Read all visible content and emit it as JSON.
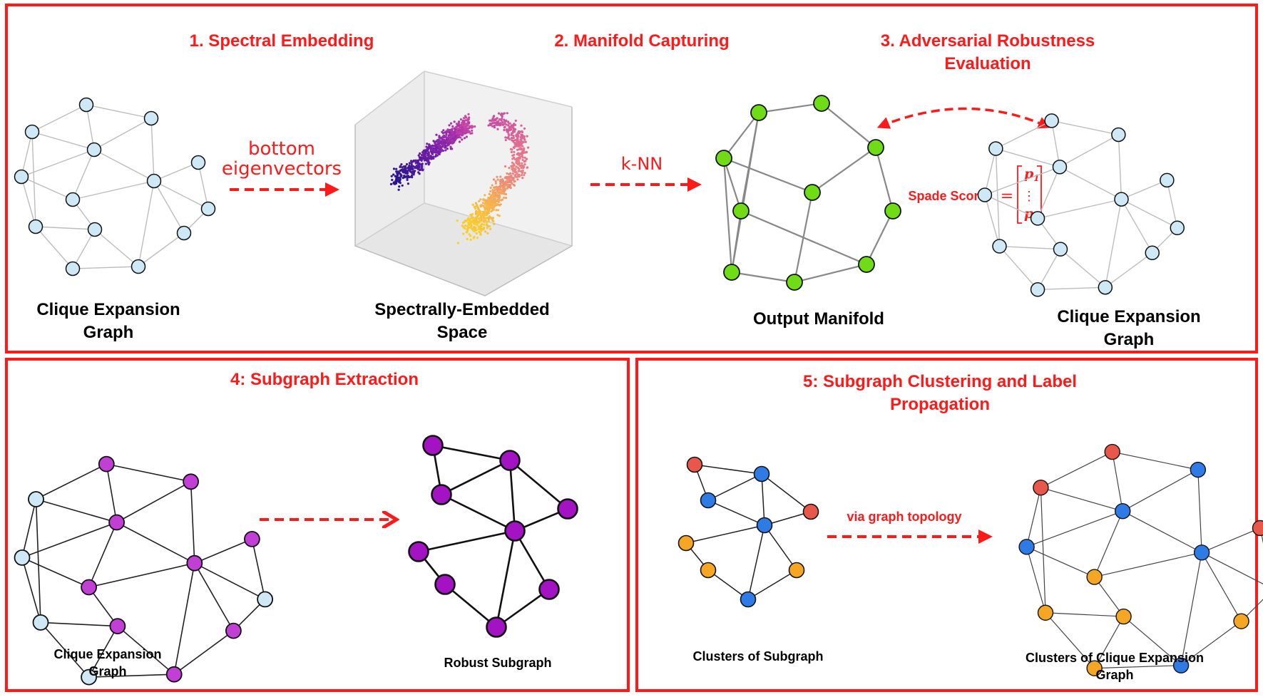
{
  "colors": {
    "accent_red": "#ff1a1a",
    "node_light_blue": "#cfe8f6",
    "node_green": "#6fdc16",
    "node_purple": "#c23fd6",
    "node_dark_purple": "#a313c4",
    "node_blue": "#2f7be6",
    "node_orange": "#f5a623",
    "node_red": "#e8584a"
  },
  "step1": {
    "title": "1. Spectral Embedding",
    "arrow_label_line1": "bottom",
    "arrow_label_line2": "eigenvectors",
    "graph_caption_line1": "Clique Expansion",
    "graph_caption_line2": "Graph",
    "space_caption_line1": "Spectrally-Embedded",
    "space_caption_line2": "Space"
  },
  "step2": {
    "title": "2. Manifold Capturing",
    "arrow_label": "k-NN",
    "caption": "Output Manifold"
  },
  "step3": {
    "title_line1": "3. Adversarial Robustness",
    "title_line2": "Evaluation",
    "score_label": "Spade Score",
    "equals": "=",
    "vector_top": "p",
    "vector_top_sub": "1",
    "vector_dots": "⋮",
    "vector_bottom": "p",
    "vector_bottom_sub": "n",
    "caption_line1": "Clique Expansion",
    "caption_line2": "Graph"
  },
  "step4": {
    "title": "4: Subgraph Extraction",
    "graph_caption_line1": "Clique Expansion",
    "graph_caption_line2": "Graph",
    "subgraph_caption": "Robust Subgraph"
  },
  "step5": {
    "title_line1": "5: Subgraph Clustering and Label",
    "title_line2": "Propagation",
    "arrow_label": "via graph topology",
    "left_caption": "Clusters of Subgraph",
    "right_caption_line1": "Clusters of Clique Expansion",
    "right_caption_line2": "Graph"
  }
}
